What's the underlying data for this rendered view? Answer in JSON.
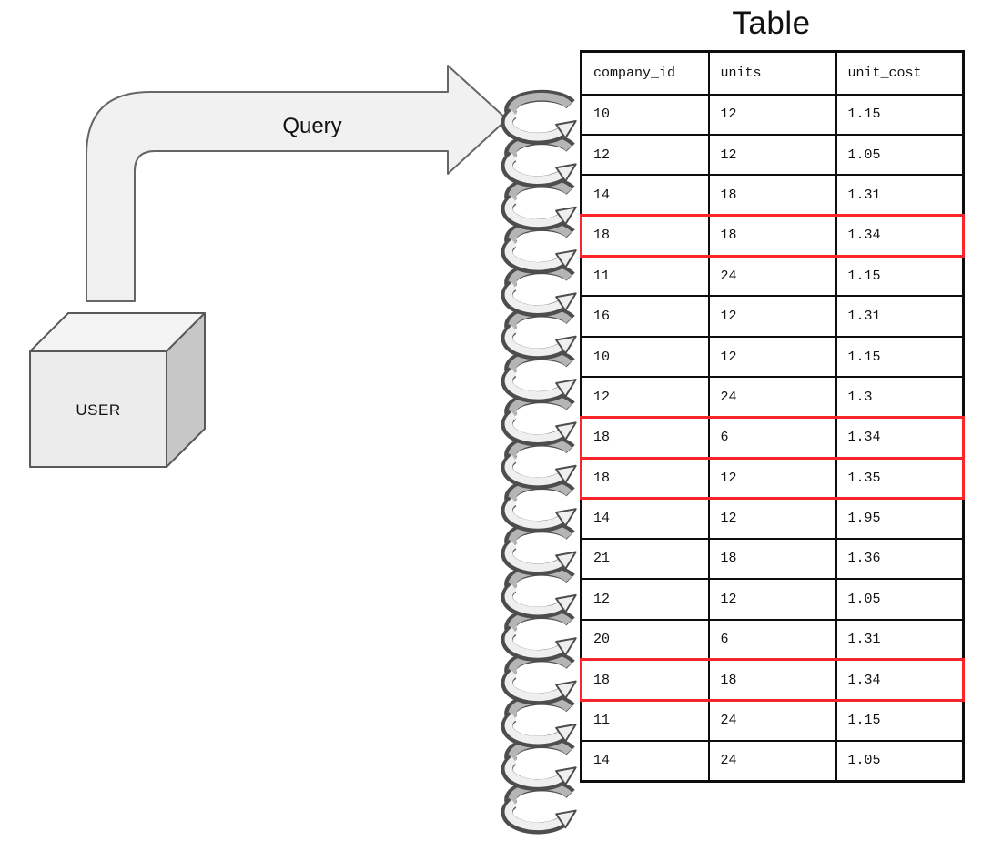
{
  "diagram": {
    "user_label": "USER",
    "query_label": "Query",
    "colors": {
      "shape_fill": "#f1f1f1",
      "shape_stroke": "#666666",
      "cube_front": "#ececec",
      "cube_top": "#f4f4f4",
      "cube_side": "#c7c7c7",
      "cube_stroke": "#595959",
      "loop_dark": "#b5b5b5",
      "loop_light": "#efefef",
      "loop_outline": "#4d4d4d"
    }
  },
  "table": {
    "title": "Table",
    "columns": [
      "company_id",
      "units",
      "unit_cost"
    ],
    "highlight_color": "#f9252b",
    "border_color": "#0e0e0e",
    "rows": [
      {
        "cells": [
          "10",
          "12",
          "1.15"
        ],
        "highlighted": false
      },
      {
        "cells": [
          "12",
          "12",
          "1.05"
        ],
        "highlighted": false
      },
      {
        "cells": [
          "14",
          "18",
          "1.31"
        ],
        "highlighted": false
      },
      {
        "cells": [
          "18",
          "18",
          "1.34"
        ],
        "highlighted": true
      },
      {
        "cells": [
          "11",
          "24",
          "1.15"
        ],
        "highlighted": false
      },
      {
        "cells": [
          "16",
          "12",
          "1.31"
        ],
        "highlighted": false
      },
      {
        "cells": [
          "10",
          "12",
          "1.15"
        ],
        "highlighted": false
      },
      {
        "cells": [
          "12",
          "24",
          "1.3"
        ],
        "highlighted": false
      },
      {
        "cells": [
          "18",
          "6",
          "1.34"
        ],
        "highlighted": true
      },
      {
        "cells": [
          "18",
          "12",
          "1.35"
        ],
        "highlighted": true
      },
      {
        "cells": [
          "14",
          "12",
          "1.95"
        ],
        "highlighted": false
      },
      {
        "cells": [
          "21",
          "18",
          "1.36"
        ],
        "highlighted": false
      },
      {
        "cells": [
          "12",
          "12",
          "1.05"
        ],
        "highlighted": false
      },
      {
        "cells": [
          "20",
          "6",
          "1.31"
        ],
        "highlighted": false
      },
      {
        "cells": [
          "18",
          "18",
          "1.34"
        ],
        "highlighted": true
      },
      {
        "cells": [
          "11",
          "24",
          "1.15"
        ],
        "highlighted": false
      },
      {
        "cells": [
          "14",
          "24",
          "1.05"
        ],
        "highlighted": false
      }
    ]
  }
}
